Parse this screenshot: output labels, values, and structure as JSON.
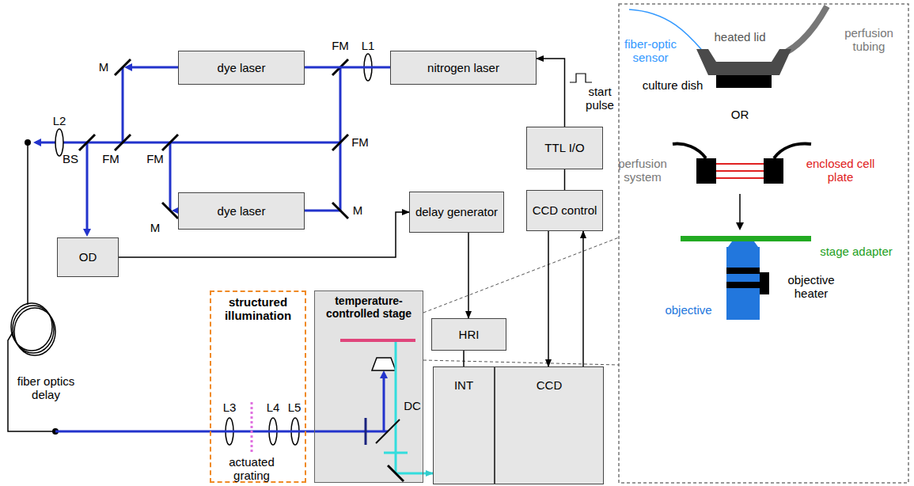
{
  "diagram": {
    "nodes": [
      {
        "text": [
          "dye laser"
        ]
      },
      {
        "text": [
          "nitrogen laser"
        ]
      },
      {
        "text": [
          "dye laser"
        ]
      },
      {
        "text": [
          "TTL I/O"
        ]
      },
      {
        "text": [
          "OD"
        ]
      },
      {
        "text": [
          "delay generator"
        ]
      },
      {
        "text": [
          "CCD control"
        ]
      },
      {
        "text": [
          "structured illumination"
        ]
      },
      {
        "text": [
          "temperature-controlled stage"
        ]
      },
      {
        "text": [
          "HRI"
        ]
      },
      {
        "text": [
          "INT"
        ]
      },
      {
        "text": [
          "CCD"
        ]
      }
    ],
    "edges": [
      {
        "from": 1,
        "to": 0,
        "arrow": "none"
      },
      {
        "from": 3,
        "to": 1,
        "arrow": "to"
      },
      {
        "from": 3,
        "to": 6,
        "arrow": "none"
      },
      {
        "from": 4,
        "to": 5,
        "arrow": "to"
      },
      {
        "from": 5,
        "to": 9,
        "arrow": "to"
      },
      {
        "from": 6,
        "to": 11,
        "arrow": "to"
      },
      {
        "from": 11,
        "to": 6,
        "arrow": "to"
      },
      {
        "from": 9,
        "to": 10,
        "arrow": "none"
      },
      {
        "from": 8,
        "to": 10,
        "arrow": "to"
      }
    ],
    "labels": [
      "FM",
      "L1",
      "M",
      "L2",
      "FM",
      "FM",
      "BS",
      "FM",
      "start pulse",
      "M",
      "M",
      "fiber optics delay",
      "L3",
      "L4",
      "L5",
      "actuated grating",
      "DC",
      "fiber-optic sensor",
      "heated lid",
      "perfusion tubing",
      "culture dish",
      "OR",
      "perfusion system",
      "enclosed cell plate",
      "stage adapter",
      "objective heater",
      "objective"
    ]
  }
}
